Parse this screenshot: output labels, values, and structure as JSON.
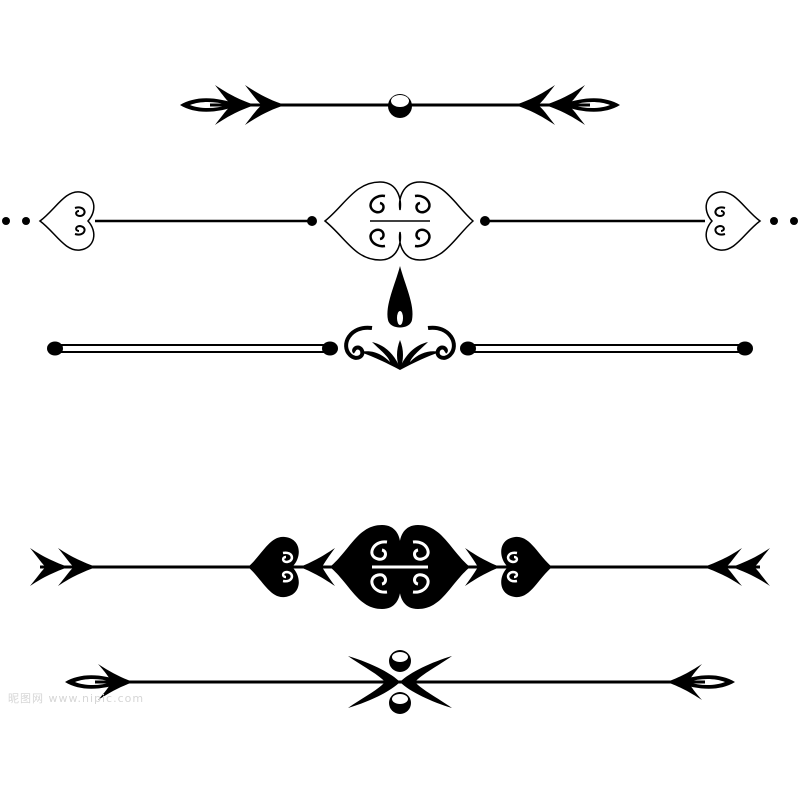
{
  "page": {
    "background": "#ffffff",
    "ink_color": "#000000"
  },
  "dividers": [
    {
      "name": "arrow-divider-with-pearl",
      "style": "arrow"
    },
    {
      "name": "heart-scroll-dotted-divider",
      "style": "outline-scroll"
    },
    {
      "name": "double-rule-fleuron-divider",
      "style": "double-rule"
    },
    {
      "name": "solid-heart-scroll-arrow-divider",
      "style": "solid-scroll"
    },
    {
      "name": "crossed-leaf-arrow-divider",
      "style": "crossed-leaf"
    }
  ],
  "watermark": {
    "text": "昵图网 www.nipic.com"
  }
}
